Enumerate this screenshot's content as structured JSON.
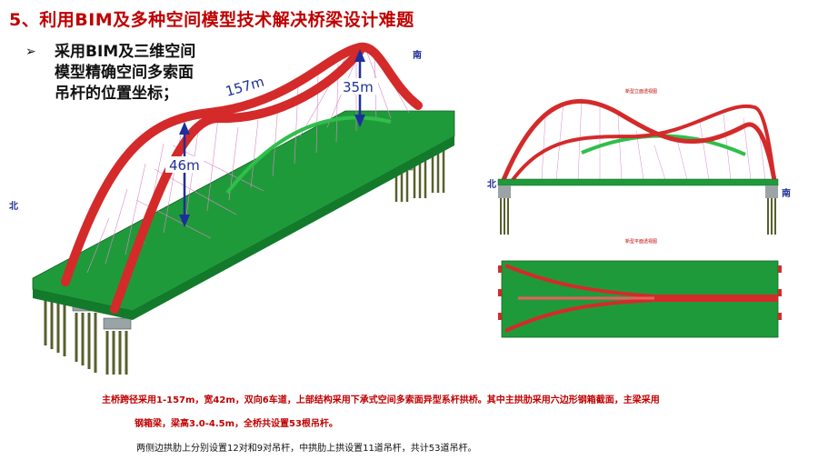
{
  "title": "5、利用BIM及多种空间模型技术解决桥梁设计难题",
  "bullet": {
    "marker": "➢",
    "lines": [
      "采用BIM及三维空间",
      "模型精确空间多索面",
      "吊杆的位置坐标；"
    ]
  },
  "labels": {
    "north": "北",
    "south": "南",
    "span": "157m",
    "rise_main": "46m",
    "rise_side": "35m",
    "elevation_caption": "新型立面透视图",
    "plan_caption": "新型平面透视图"
  },
  "description": [
    "主桥跨径采用1-157m，宽42m，双向6车道，上部结构采用下承式空间多索面异型系杆拱桥。其中主拱肋采用六边形钢箱截面，主梁采用",
    "钢箱梁，梁高3.0-4.5m，全桥共设置53根吊杆。"
  ],
  "note": "两侧边拱肋上分别设置12对和9对吊杆，中拱肋上拱设置11道吊杆，共计53道吊杆。",
  "colors": {
    "title_red": "#c00000",
    "deck_green": "#1f9a3a",
    "arch_red": "#d42a2a",
    "cable_pink": "#d98ac8",
    "dim_blue": "#1f2f9a"
  }
}
